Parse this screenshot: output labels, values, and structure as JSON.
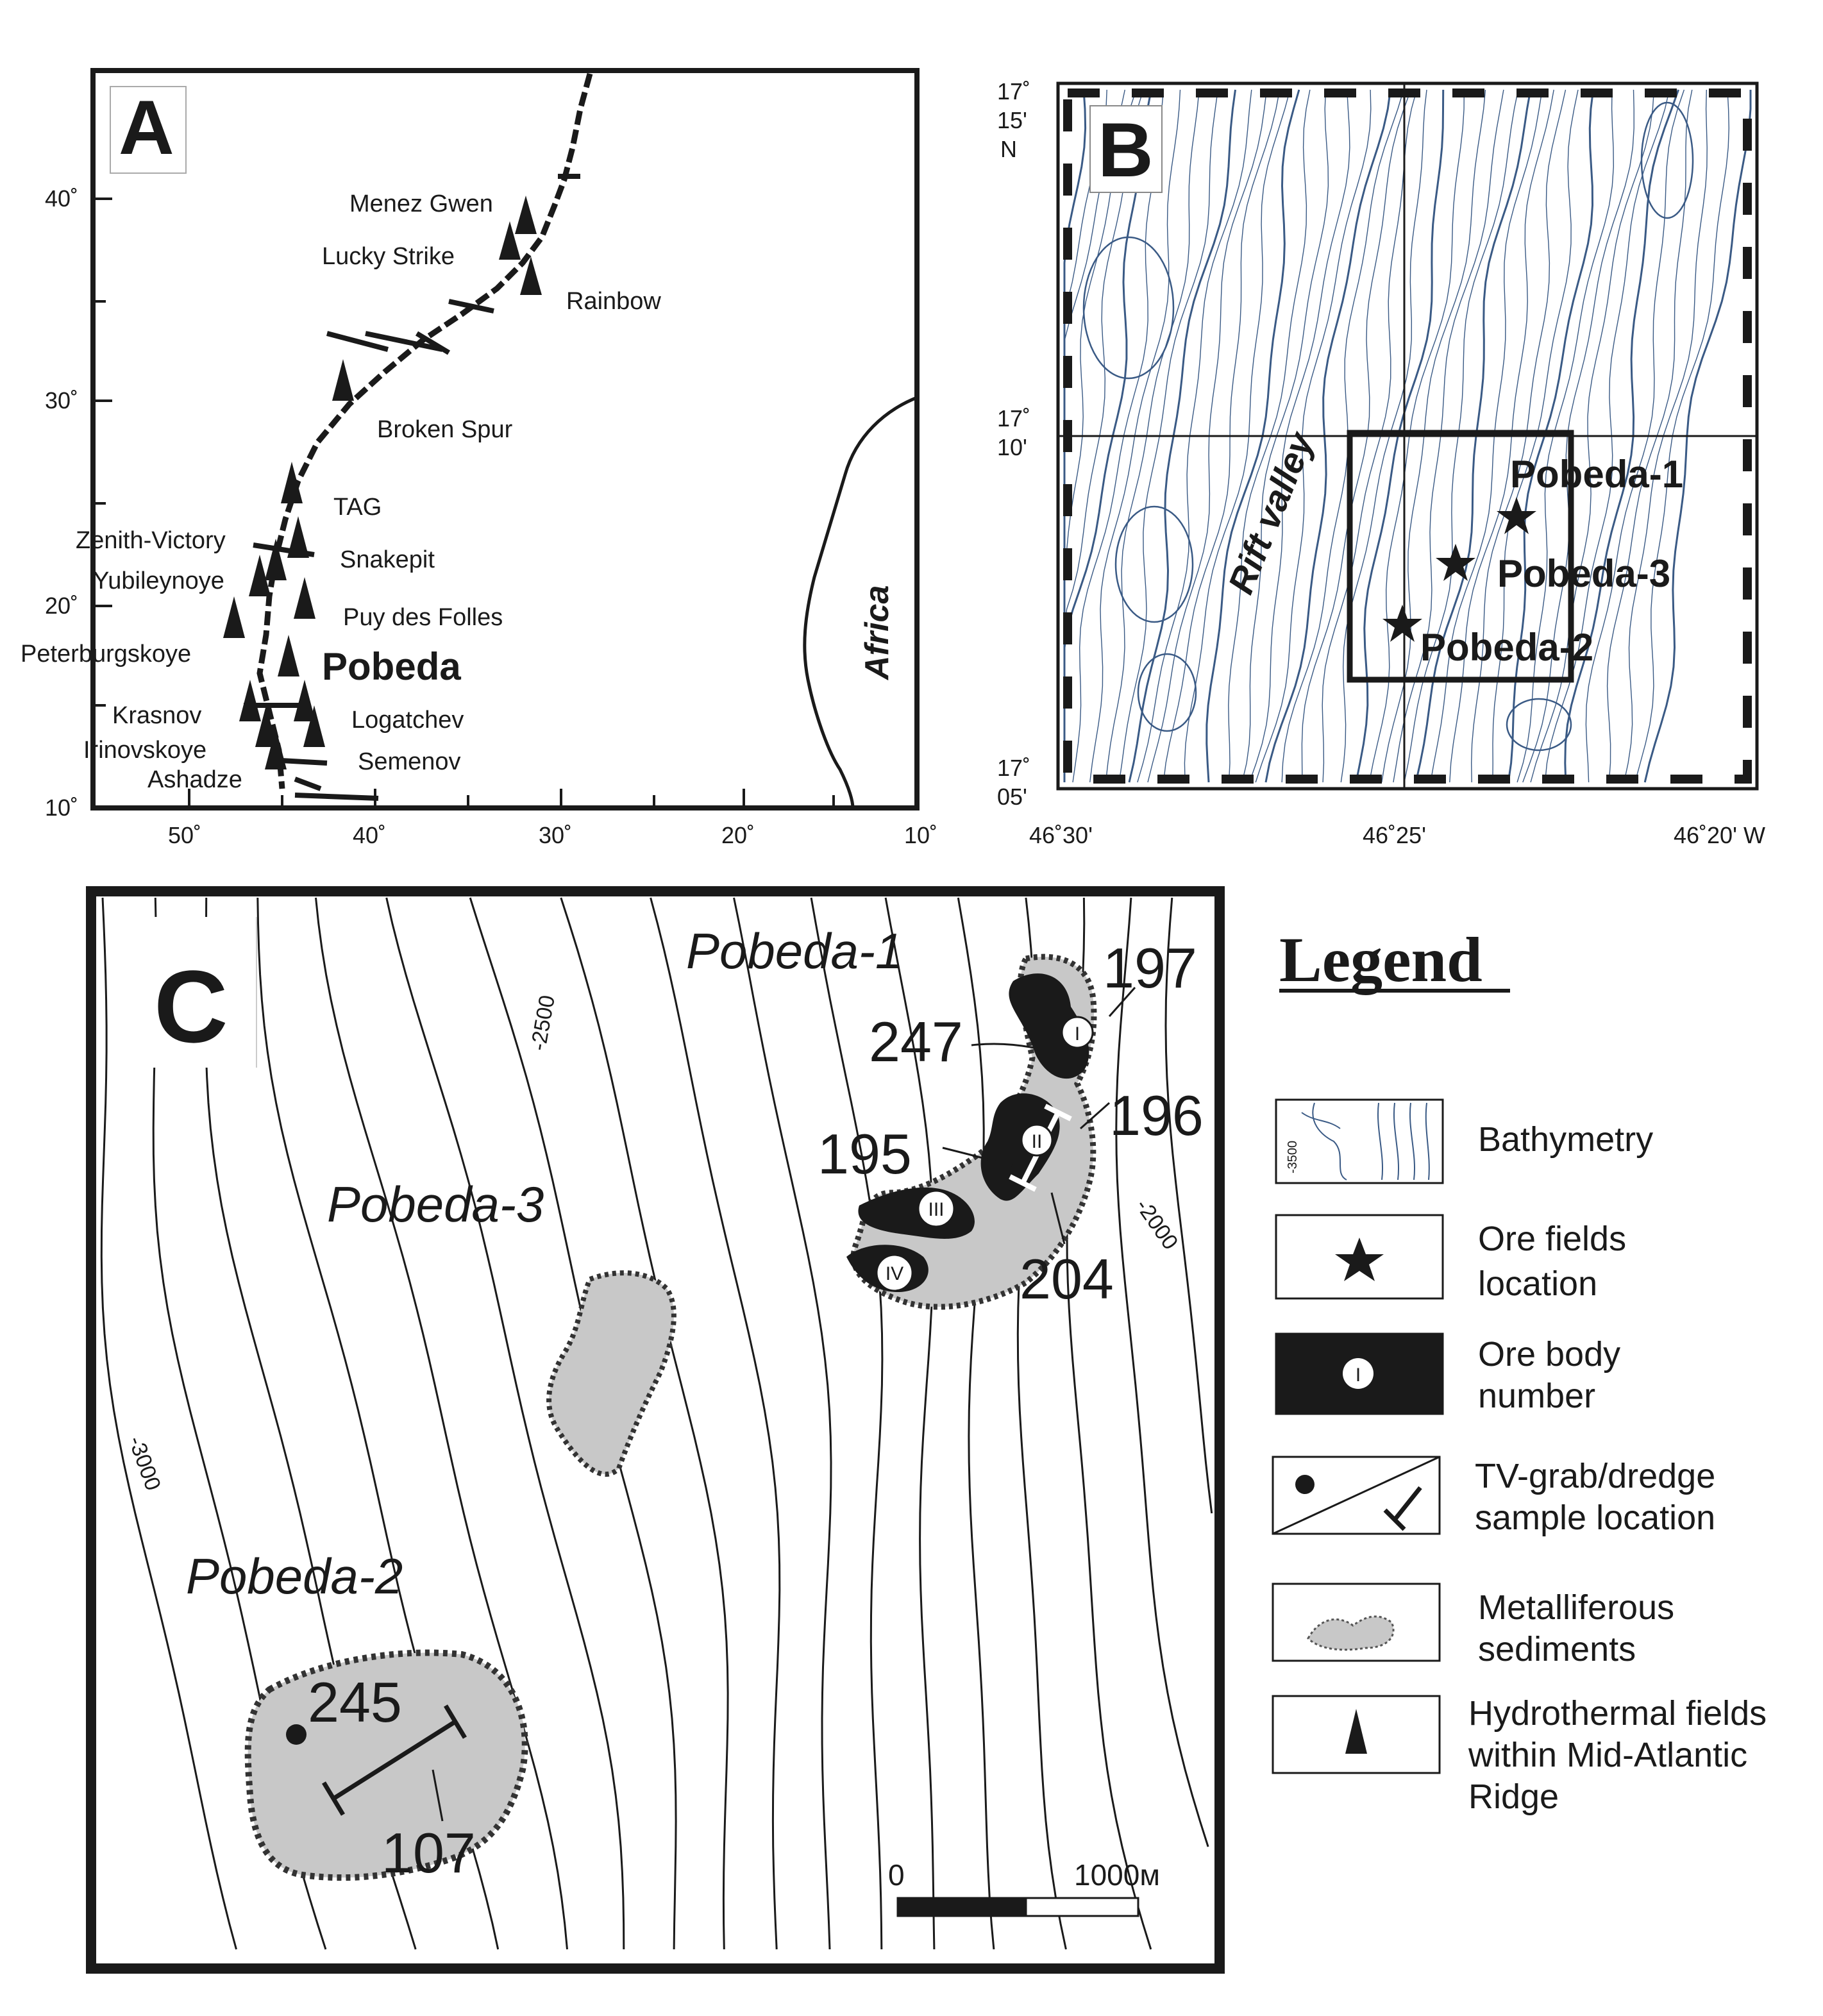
{
  "panel_a": {
    "letter": "A",
    "lat_ticks": [
      "40˚",
      "30˚",
      "20˚",
      "10˚"
    ],
    "lon_ticks": [
      "50˚",
      "40˚",
      "30˚",
      "20˚",
      "10˚"
    ],
    "region_label": "Africa",
    "main_site": "Pobeda",
    "fields": [
      "Menez Gwen",
      "Lucky Strike",
      "Rainbow",
      "Broken Spur",
      "TAG",
      "Zenith-Victory",
      "Snakepit",
      "Yubileynoye",
      "Puy des Folles",
      "Peterburgskoye",
      "Krasnov",
      "Logatchev",
      "Irinovskoye",
      "Semenov",
      "Ashadze"
    ]
  },
  "panel_b": {
    "letter": "B",
    "lat_ticks": [
      {
        "deg": "17˚",
        "min": "15'",
        "hem": "N"
      },
      {
        "deg": "17˚",
        "min": "10'",
        "hem": ""
      },
      {
        "deg": "17˚",
        "min": "05'",
        "hem": ""
      }
    ],
    "lon_ticks": [
      "46˚30'",
      "46˚25'",
      "46˚20' W"
    ],
    "valley_label": "Rift valley",
    "sites": [
      "Pobeda-1",
      "Pobeda-3",
      "Pobeda-2"
    ]
  },
  "panel_c": {
    "letter": "C",
    "site_labels": [
      "Pobeda-1",
      "Pobeda-3",
      "Pobeda-2"
    ],
    "contour_labels": [
      "-2500",
      "-2000",
      "-3000"
    ],
    "sample_numbers": [
      "197",
      "247",
      "196",
      "195",
      "204",
      "245",
      "107"
    ],
    "ore_bodies": [
      "I",
      "II",
      "III",
      "IV"
    ],
    "scale_bar": {
      "start": "0",
      "end": "1000м"
    }
  },
  "legend": {
    "title": "Legend",
    "bathymetry_value": "-3500",
    "items": [
      {
        "lines": [
          "Bathymetry"
        ],
        "swatch": "bathymetry"
      },
      {
        "lines": [
          "Ore fields",
          "location"
        ],
        "swatch": "star"
      },
      {
        "lines": [
          "Ore body",
          "number"
        ],
        "swatch": "ore-body"
      },
      {
        "lines": [
          "TV-grab/dredge",
          "sample location"
        ],
        "swatch": "sample"
      },
      {
        "lines": [
          "Metalliferous",
          "sediments"
        ],
        "swatch": "sediment"
      },
      {
        "lines": [
          "Hydrothermal fields",
          "within Mid-Atlantic",
          "Ridge"
        ],
        "swatch": "triangle"
      }
    ]
  },
  "colors": {
    "contour_blue": "#3a5a85",
    "sediment_gray": "#c8c8c8",
    "ink": "#1a1a1a"
  }
}
